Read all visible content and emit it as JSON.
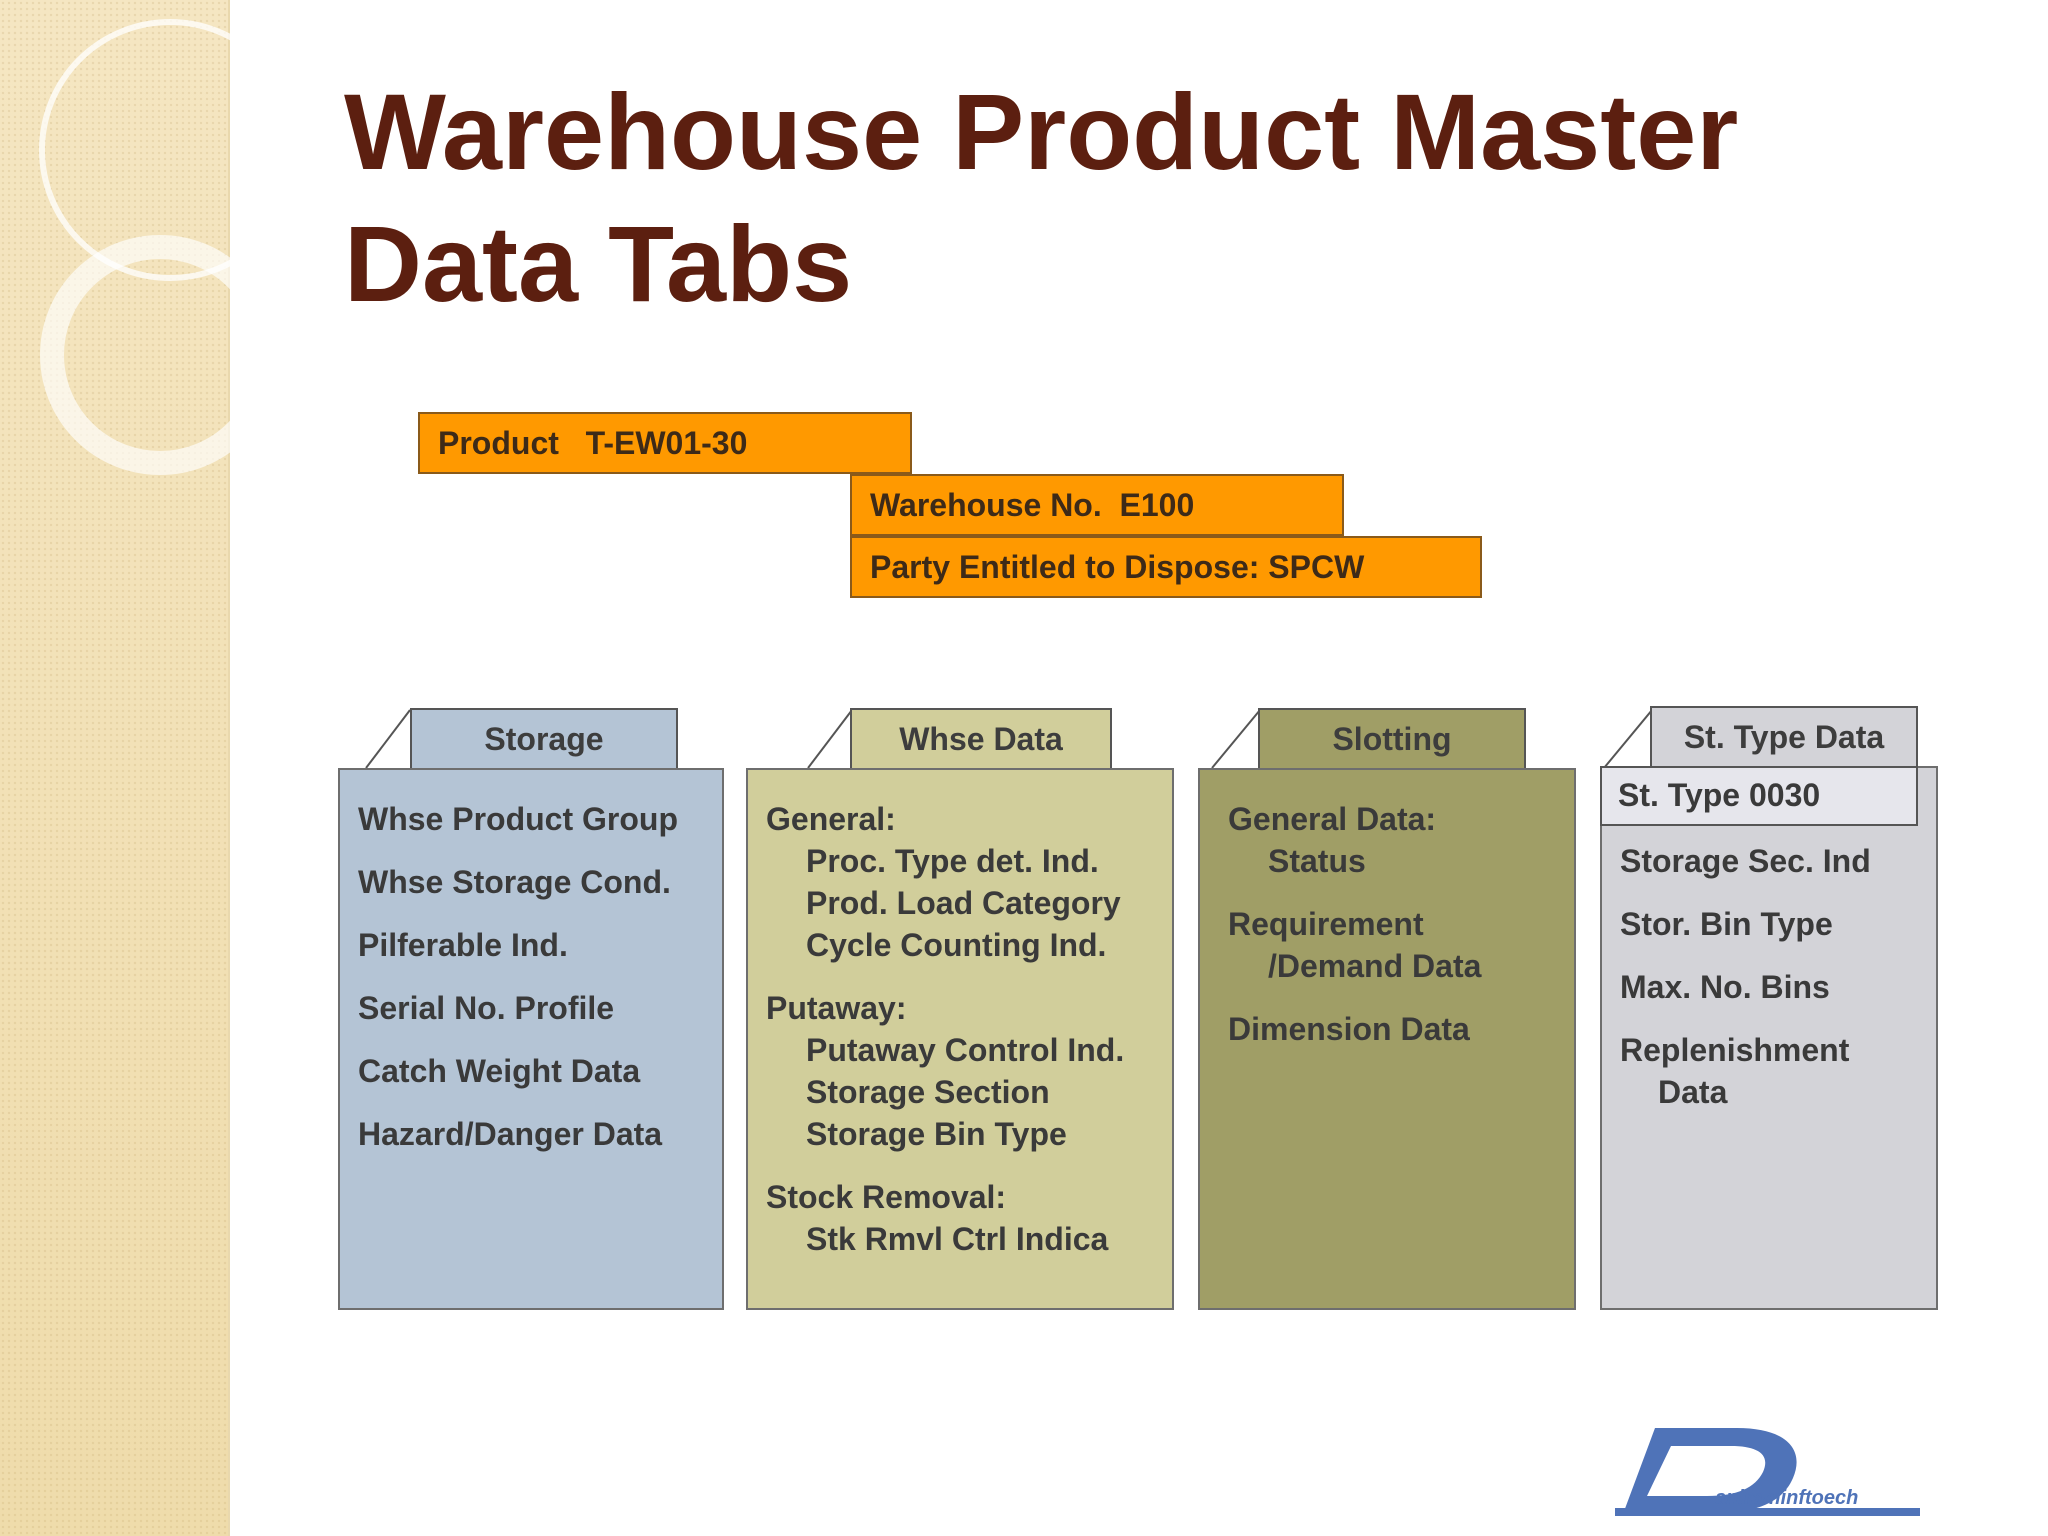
{
  "slide": {
    "title_lines": [
      "Warehouse Product Master",
      "Data Tabs"
    ]
  },
  "headers": {
    "product": "Product   T-EW01-30",
    "warehouse": "Warehouse No.  E100",
    "party": "Party Entitled to Dispose: SPCW"
  },
  "tabs": [
    {
      "label": "Storage",
      "color": "#b4c4d5",
      "items": [
        {
          "text": "Whse Product Group"
        },
        {
          "text": "Whse Storage Cond."
        },
        {
          "text": "Pilferable Ind."
        },
        {
          "text": "Serial No. Profile"
        },
        {
          "text": "Catch Weight Data"
        },
        {
          "text": "Hazard/Danger Data"
        }
      ]
    },
    {
      "label": "Whse Data",
      "color": "#d1ce9b",
      "sections": [
        {
          "heading": "General:",
          "items": [
            "Proc. Type det. Ind.",
            "Prod. Load Category",
            "Cycle Counting Ind."
          ]
        },
        {
          "heading": "Putaway:",
          "items": [
            "Putaway Control Ind.",
            "Storage Section",
            "Storage Bin Type"
          ]
        },
        {
          "heading": "Stock Removal:",
          "items": [
            "Stk Rmvl Ctrl Indica"
          ]
        }
      ]
    },
    {
      "label": "Slotting",
      "color": "#a09e66",
      "items": [
        {
          "text": "General Data:",
          "sub": "Status"
        },
        {
          "text": "Requirement",
          "sub": "/Demand Data"
        },
        {
          "text": "Dimension Data"
        }
      ]
    },
    {
      "label": "St. Type Data",
      "color": "#d3d3d8",
      "subtab": "St. Type 0030",
      "items": [
        {
          "text": "Storage Sec. Ind"
        },
        {
          "text": "Stor. Bin Type"
        },
        {
          "text": "Max. No. Bins"
        },
        {
          "text": "Replenishment",
          "sub": "Data"
        }
      ]
    }
  ],
  "colors": {
    "title": "#5c1f10",
    "header_fill": "#ff9900",
    "logo": "#4f73b8"
  },
  "logo": {
    "icon": "daniraminftoech-logo",
    "text": "aniraminftoech"
  }
}
